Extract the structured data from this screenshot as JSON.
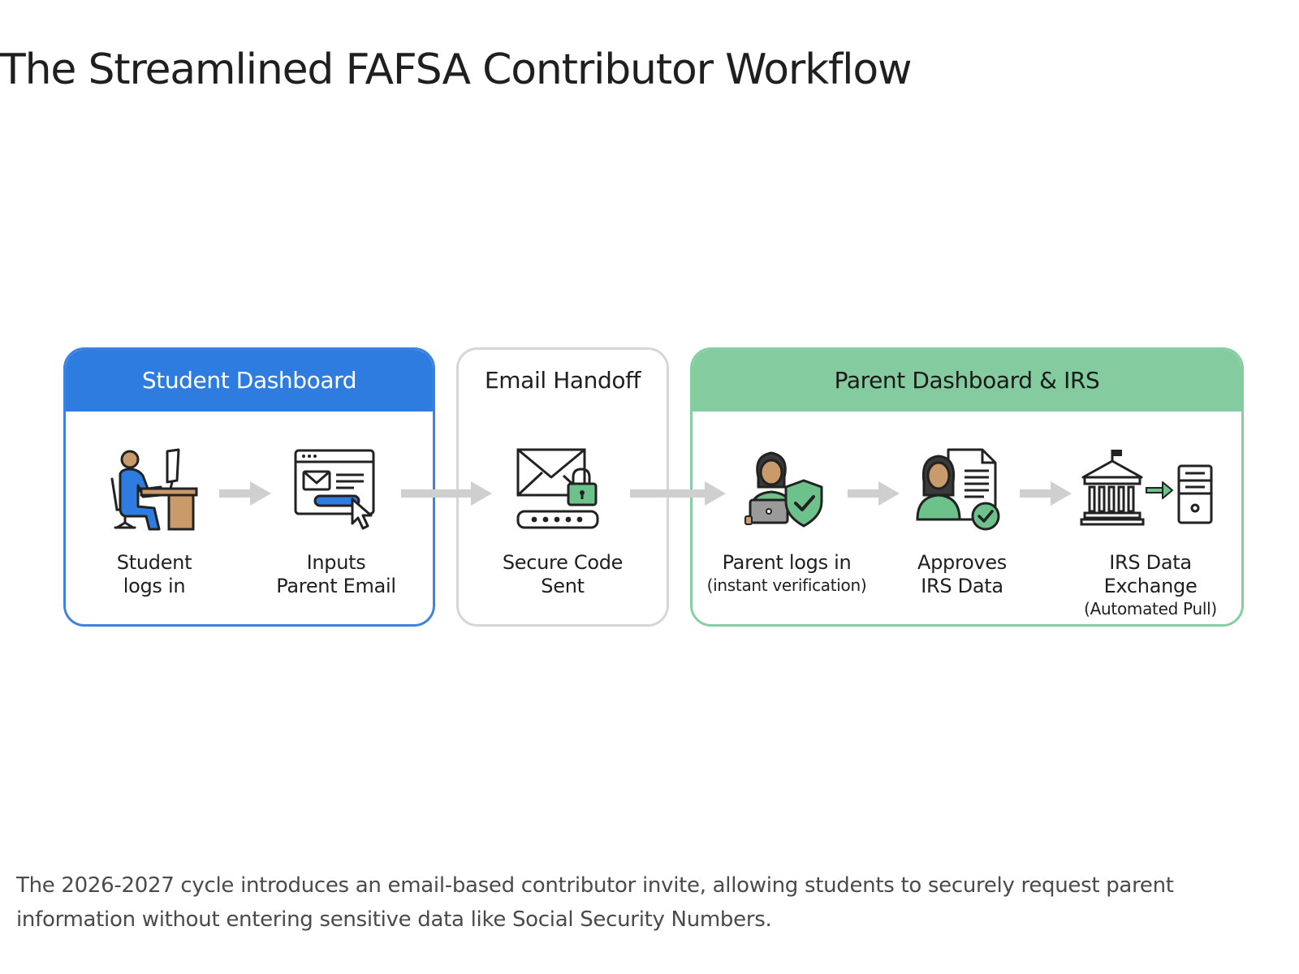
{
  "title": "The Streamlined FAFSA Contributor Workflow",
  "colors": {
    "student_accent": "#2f7ce0",
    "student_border": "#3d82e0",
    "email_border": "#d6d6d6",
    "parent_accent": "#84cc9f",
    "arrow": "#cfcfcf",
    "icon_blue": "#2f7ce0",
    "icon_green": "#6cc28a",
    "icon_tan": "#c99a6a"
  },
  "panels": {
    "student": {
      "header": "Student Dashboard",
      "steps": [
        {
          "icon": "student-computer-icon",
          "line1": "Student",
          "line2": "logs in"
        },
        {
          "icon": "email-form-icon",
          "line1": "Inputs",
          "line2": "Parent Email"
        }
      ]
    },
    "email": {
      "header": "Email Handoff",
      "steps": [
        {
          "icon": "secure-email-icon",
          "line1": "Secure Code",
          "line2": "Sent"
        }
      ]
    },
    "parent": {
      "header": "Parent Dashboard & IRS",
      "steps": [
        {
          "icon": "parent-verify-icon",
          "line1": "Parent logs in",
          "sub": "(instant verification)"
        },
        {
          "icon": "approve-document-icon",
          "line1": "Approves",
          "line2": "IRS Data"
        },
        {
          "icon": "irs-transfer-icon",
          "line1": "IRS Data",
          "line2": "Exchange",
          "sub": "(Automated Pull)"
        }
      ]
    }
  },
  "caption": "The 2026-2027 cycle introduces an email-based contributor invite, allowing students to securely request parent information without entering sensitive data like Social Security Numbers."
}
